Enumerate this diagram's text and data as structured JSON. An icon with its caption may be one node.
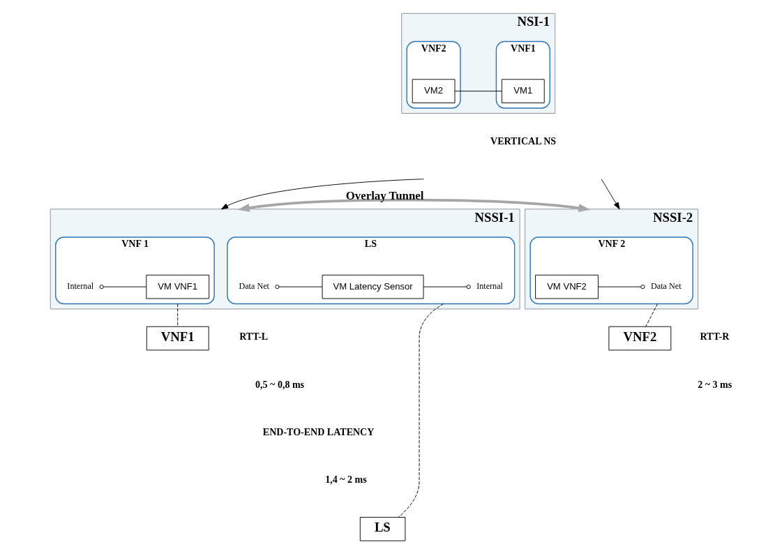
{
  "diagram": {
    "nodes": [
      {
        "text": [
          "NSI-1"
        ]
      },
      {
        "text": [
          "VNF1"
        ],
        "in": 0
      },
      {
        "text": [
          "VM1"
        ],
        "in": 1
      },
      {
        "text": [
          "VNF2"
        ],
        "in": 0
      },
      {
        "text": [
          "VM2"
        ],
        "in": 3
      },
      {
        "text": [
          "NSSI-1"
        ]
      },
      {
        "text": [
          "VNF 1"
        ],
        "in": 5
      },
      {
        "text": [
          "VM VNF1"
        ],
        "in": 6
      },
      {
        "text": [
          "Internal"
        ],
        "in": 6
      },
      {
        "text": [
          "LS"
        ],
        "in": 5
      },
      {
        "text": [
          "Internal"
        ],
        "in": 9
      },
      {
        "text": [
          "VM Latency Sensor"
        ],
        "in": 9
      },
      {
        "text": [
          "Data Net"
        ],
        "in": 9
      },
      {
        "text": [
          "NSSI-2"
        ]
      },
      {
        "text": [
          "VNF 2"
        ],
        "in": 13
      },
      {
        "text": [
          "Data Net"
        ],
        "in": 14
      },
      {
        "text": [
          "VM VNF2"
        ],
        "in": 14
      },
      {
        "text": [
          "VNF1"
        ]
      },
      {
        "text": [
          "LS"
        ]
      },
      {
        "text": [
          "VNF2"
        ]
      }
    ],
    "edges": [
      {
        "from": 2,
        "to": 4,
        "arrow": "none"
      },
      {
        "from": 7,
        "to": 8,
        "arrow": "other"
      },
      {
        "from": 11,
        "to": 10,
        "arrow": "other"
      },
      {
        "from": 11,
        "to": 12,
        "arrow": "other"
      },
      {
        "from": 16,
        "to": 15,
        "arrow": "other"
      },
      {
        "from": null,
        "to": 5,
        "arrow": "to"
      },
      {
        "from": null,
        "to": 13,
        "arrow": "to"
      },
      {
        "from": 5,
        "to": 13,
        "arrow": "both",
        "label": "Overlay Tunnel",
        "style": "thick",
        "color": "#a6a6a6"
      },
      {
        "from": 6,
        "to": 17,
        "arrow": "none",
        "style": "dashed"
      },
      {
        "from": 9,
        "to": 18,
        "arrow": "none",
        "style": "dashed"
      },
      {
        "from": 14,
        "to": 19,
        "arrow": "none",
        "style": "dashed"
      }
    ],
    "labels": [
      "VERTICAL NS",
      "RTT-L",
      "RTT-R",
      "0,5 ~ 0,8 ms",
      "2 ~ 3 ms",
      "END-TO-END LATENCY",
      "1,4 ~ 2 ms"
    ]
  }
}
